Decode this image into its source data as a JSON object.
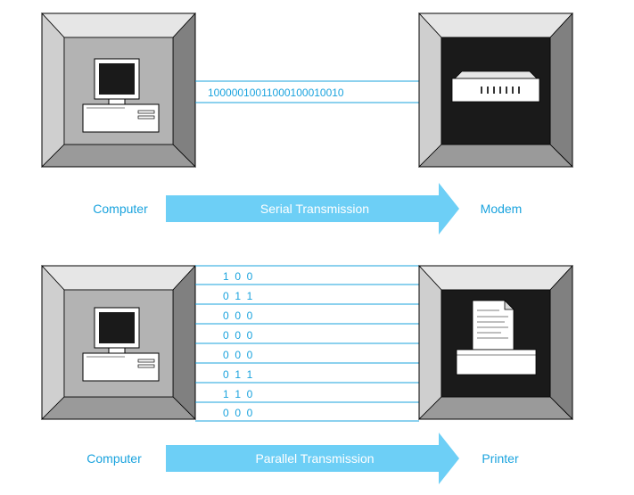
{
  "serial": {
    "source_label": "Computer",
    "arrow_label": "Serial Transmission",
    "target_label": "Modem",
    "bits": "10000010011000100010010"
  },
  "parallel": {
    "source_label": "Computer",
    "arrow_label": "Parallel Transmission",
    "target_label": "Printer",
    "rows": [
      "1  0  0",
      "0  1  1",
      "0  0  0",
      "0  0  0",
      "0  0  0",
      "0  1  1",
      "1  1  0",
      "0  0  0"
    ]
  },
  "colors": {
    "accent": "#1aa3de",
    "arrow": "#6dcff6",
    "line": "#1aa3de"
  }
}
